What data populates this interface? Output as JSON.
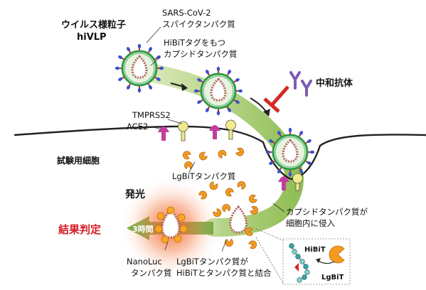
{
  "labels": {
    "vlp_title_line1": "ウイルス様粒子",
    "vlp_title_line2": "hiVLP",
    "spike_line1": "SARS-CoV-2",
    "spike_line2": "スパイクタンパク質",
    "hibit_capsid_line1": "HiBiTタグをもつ",
    "hibit_capsid_line2": "カプシドタンパク質",
    "neutralizing_antibody": "中和抗体",
    "tmprss2": "TMPRSS2",
    "ace2": "ACE2",
    "test_cell": "試験用細胞",
    "lgbit_protein": "LgBiTタンパク質",
    "luminescence": "発光",
    "capsid_invasion_line1": "カプシドタンパク質が",
    "capsid_invasion_line2": "細胞内に侵入",
    "result": "結果判定",
    "three_hours": "3時間",
    "nanoluc_line1": "NanoLuc",
    "nanoluc_line2": "タンパク質",
    "binding_line1": "LgBiTタンパク質が",
    "binding_line2": "HiBiTとタンパク質と結合",
    "inset_hibit": "HiBiT",
    "inset_lgbit": "LgBiT"
  },
  "colors": {
    "envelope": "#2f9a48",
    "envelope_fill": "#e5f3df",
    "spike_red": "#d9232a",
    "spike_blue": "#3d4fd0",
    "arrow_green": "#7fb33a",
    "antibody_purple": "#7e5bb5",
    "inhibit_red": "#d42a25",
    "lgbit_orange": "#f39a1f",
    "ace2_magenta": "#c23d9e",
    "tmprss2_yellow": "#f0ea8a",
    "result_red": "#d51d28",
    "glow": "#f2622c"
  }
}
